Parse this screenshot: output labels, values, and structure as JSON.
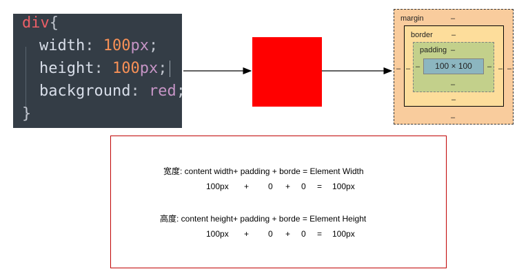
{
  "code": {
    "selector": "div",
    "open_brace": "{",
    "close_brace": "}",
    "lines": [
      {
        "prop": "width",
        "colon": ": ",
        "num": "100",
        "unit": "px",
        "end": ";"
      },
      {
        "prop": "height",
        "colon": ": ",
        "num": "100",
        "unit": "px",
        "end": ";"
      },
      {
        "prop": "background",
        "colon": ": ",
        "value": "red",
        "end": ";"
      }
    ]
  },
  "box_model": {
    "margin_label": "margin",
    "border_label": "border",
    "padding_label": "padding",
    "content_size": "100 × 100",
    "dash": "–"
  },
  "formula": {
    "width_line": "宽度: content width+ padding + borde = Element Width",
    "width_values": {
      "a": "100px",
      "plus1": "+",
      "b": "0",
      "plus2": "+",
      "c": "0",
      "eq": "=",
      "result": "100px"
    },
    "height_line": "高度: content height+ padding + borde = Element Height",
    "height_values": {
      "a": "100px",
      "plus1": "+",
      "b": "0",
      "plus2": "+",
      "c": "0",
      "eq": "=",
      "result": "100px"
    }
  },
  "colors": {
    "editor_bg": "#343d46",
    "square": "#ff0000",
    "margin": "#f9cc9d",
    "border": "#fddd9b",
    "padding": "#c3d08b",
    "content": "#8cb6c0",
    "formula_border": "#c00000"
  }
}
